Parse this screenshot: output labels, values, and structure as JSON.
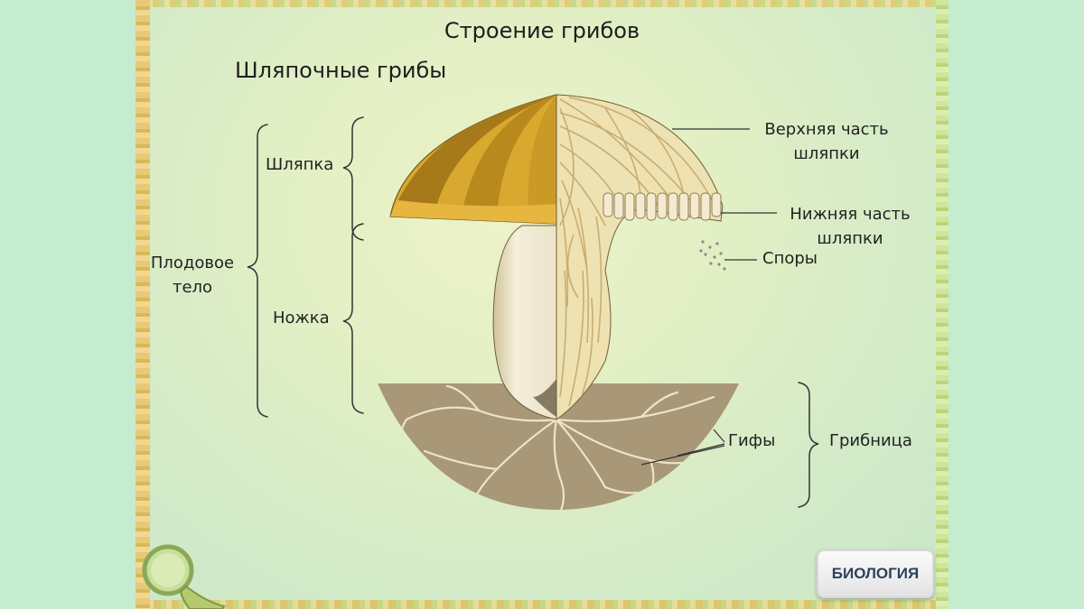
{
  "slide": {
    "title": "Строение грибов",
    "subtitle": "Шляпочные грибы"
  },
  "labels": {
    "cap": "Шляпка",
    "fruiting_body_line1": "Плодовое",
    "fruiting_body_line2": "тело",
    "stem": "Ножка",
    "upper_cap_line1": "Верхняя часть",
    "upper_cap_line2": "шляпки",
    "lower_cap_line1": "Нижняя часть",
    "lower_cap_line2": "шляпки",
    "spores": "Споры",
    "hyphae": "Гифы",
    "mycelium": "Грибница"
  },
  "badge": {
    "label": "БИОЛОГИЯ"
  },
  "colors": {
    "cap_brown": "#b88a1e",
    "cap_gold": "#d9a82e",
    "stem": "#f2ecd6",
    "hyphae": "#d7c08a",
    "soil": "#a89878",
    "badge_text": "#2b4259"
  },
  "icons": {
    "magnifier": "magnifier-icon"
  }
}
